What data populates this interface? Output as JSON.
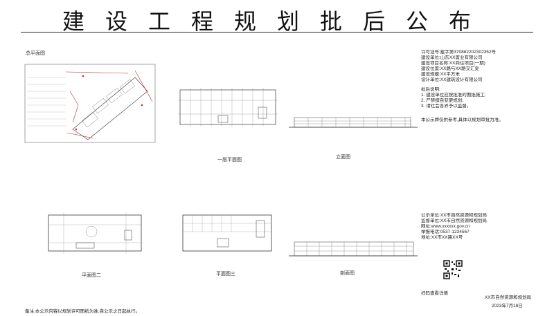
{
  "header": {
    "title": "建设工程规划批后公布"
  },
  "drawings": {
    "site_plan_label": "总平面图",
    "floor_plan_1_label": "一层平面图",
    "elevation_label": "立面图",
    "floor_plan_2_label": "平面图二",
    "floor_plan_3_label": "平面图三",
    "section_label": "剖面图"
  },
  "info_panel": {
    "lines": [
      "许可证号:建字第370882202302352号",
      "建设单位:山东XX置业有限公司",
      "建设项目名称:XX商住项目(一期)",
      "建设位置:XX路与XX路交汇处",
      "建设规模:XX平方米",
      "设计单位:XX建筑设计有限公司"
    ],
    "notes_title": "批后说明:",
    "notes": [
      "1. 建设单位应按批准的图纸施工;",
      "2. 严禁擅自变更规划;",
      "3. 请社会各界予以监督。"
    ],
    "remark": "本公示牌仅供参考,具体以规划审批为准。"
  },
  "contact": {
    "lines": [
      "公示单位:XX市自然资源和规划局",
      "监督单位:XX市自然资源和规划局",
      "网址:www.xxxxxx.gov.cn",
      "举报电话:0537-1234567",
      "地址:XX市XX路XX号"
    ],
    "qr_caption": "扫码查看详情"
  },
  "footer": {
    "note": "备注:本公示内容以规划许可图纸为准,自公示之日起执行。",
    "issuer": "XX市自然资源和规划局",
    "date": "2023年7月18日"
  }
}
